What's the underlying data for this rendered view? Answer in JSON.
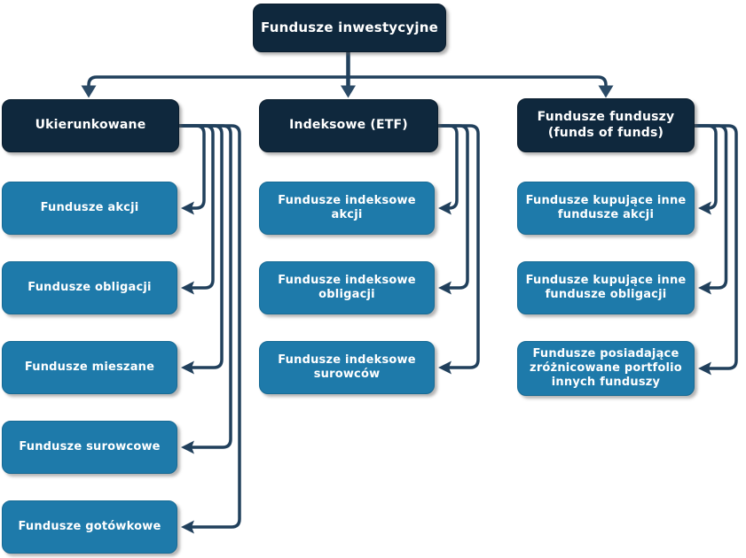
{
  "diagram": {
    "root": {
      "label": "Fundusze inwestycyjne"
    },
    "columns": [
      {
        "header": "Ukierunkowane",
        "children": [
          "Fundusze akcji",
          "Fundusze obligacji",
          "Fundusze mieszane",
          "Fundusze surowcowe",
          "Fundusze gotówkowe"
        ]
      },
      {
        "header": "Indeksowe (ETF)",
        "children": [
          "Fundusze indeksowe akcji",
          "Fundusze indeksowe obligacji",
          "Fundusze indeksowe surowców"
        ]
      },
      {
        "header": "Fundusze funduszy (funds of funds)",
        "children": [
          "Fundusze kupujące inne fundusze akcji",
          "Fundusze kupujące inne fundusze obligacji",
          "Fundusze posiadające zróżnicowane portfolio innych funduszy"
        ]
      }
    ],
    "colors": {
      "background": "#ffffff",
      "header_bg": "#0f283d",
      "child_bg": "#1e7aaa",
      "connector": "#21405c",
      "arrowhead": "#2b4a66",
      "text": "#ffffff"
    }
  }
}
